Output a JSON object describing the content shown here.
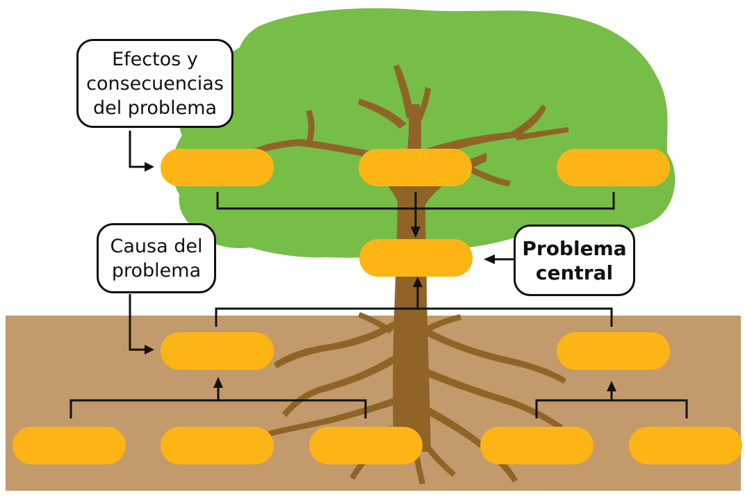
{
  "labels": {
    "effects": "Efectos y\nconsecuencias\ndel problema",
    "cause": "Causa del\nproblema",
    "central": "Problema\ncentral"
  },
  "colors": {
    "canopy": "#76BE47",
    "trunk": "#8F6426",
    "ground": "#C39A6B",
    "box": "#FDB515",
    "line": "#111111",
    "callout_bg": "#FFFFFF"
  }
}
